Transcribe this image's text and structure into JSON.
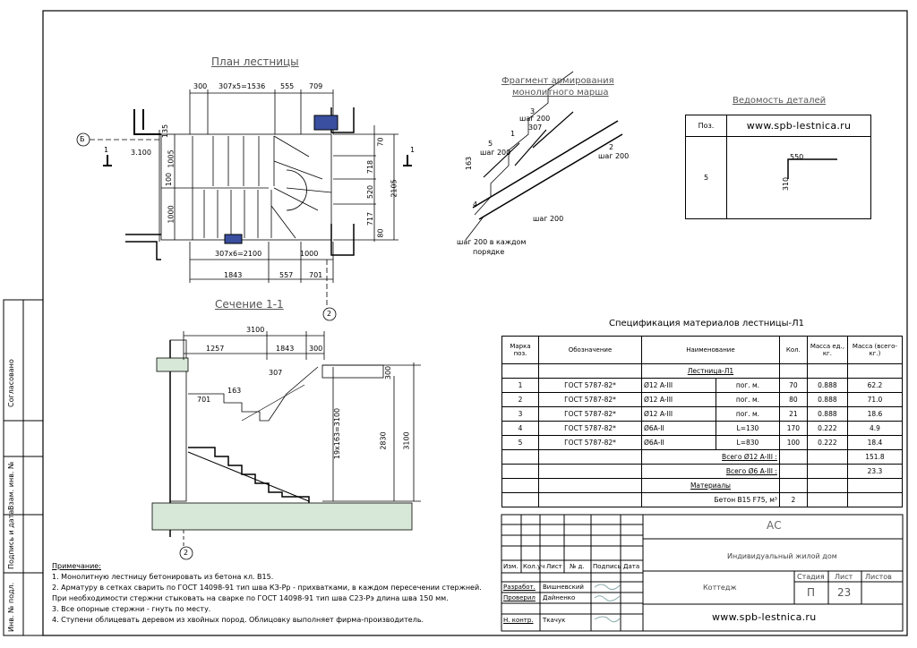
{
  "plan": {
    "title": "План лестницы",
    "top_dims": [
      "300",
      "307х5=1536",
      "555",
      "709"
    ],
    "bottom_dims_1": [
      "307х6=2100",
      "1000"
    ],
    "bottom_dims_2": [
      "1843",
      "557",
      "701"
    ],
    "left_dims": [
      "100",
      "1005",
      "1000",
      "135"
    ],
    "right_dims": [
      "70",
      "718",
      "520",
      "717",
      "80"
    ],
    "overall_right": "2105",
    "level": "3.100",
    "axis_b": "Б",
    "section_mark": "1",
    "axis_2": "2"
  },
  "section": {
    "title": "Сечение 1-1",
    "top_dim": "3100",
    "dims": [
      "1257",
      "1843",
      "300"
    ],
    "step_dim": "307",
    "left_dims": [
      "701",
      "163"
    ],
    "rise": "19х163=3100",
    "height_1": "2830",
    "height_2": "3100",
    "slab": "300",
    "axis_2": "2"
  },
  "fragment": {
    "title_1": "Фрагмент армирования",
    "title_2": "монолитного марша",
    "labels": [
      "3",
      "шаг 200",
      "307",
      "1",
      "5",
      "шаг 200",
      "2",
      "шаг 200",
      "163",
      "4",
      "шаг 200 в каждом",
      "порядке",
      "шаг 200"
    ]
  },
  "vedomost": {
    "title": "Ведомость деталей",
    "header_pos": "Поз.",
    "url": "www.spb-lestnica.ru",
    "pos": "5",
    "dim_h": "550",
    "dim_v": "310"
  },
  "spec": {
    "title": "Спецификация материалов лестницы-Л1",
    "headers": [
      "Марка поз.",
      "Обозначение",
      "Наименование",
      "Кол.",
      "Масса ед., кг.",
      "Масса (всего-кг.)"
    ],
    "group": "Лестница-Л1",
    "rows": [
      [
        "1",
        "ГОСТ 5787-82*",
        "Ø12 A-III",
        "пог. м.",
        "70",
        "0.888",
        "62.2"
      ],
      [
        "2",
        "ГОСТ 5787-82*",
        "Ø12 A-III",
        "пог. м.",
        "80",
        "0.888",
        "71.0"
      ],
      [
        "3",
        "ГОСТ 5787-82*",
        "Ø12 A-III",
        "пог. м.",
        "21",
        "0.888",
        "18.6"
      ],
      [
        "4",
        "ГОСТ 5787-82*",
        "Ø6A-II",
        "L=130",
        "170",
        "0.222",
        "4.9"
      ],
      [
        "5",
        "ГОСТ 5787-82*",
        "Ø6A-II",
        "L=830",
        "100",
        "0.222",
        "18.4"
      ]
    ],
    "total_12": "Всего Ø12 A-III :",
    "total_12_val": "151.8",
    "total_6": "Всего Ø6 A-III :",
    "total_6_val": "23.3",
    "materials": "Материалы",
    "concrete": "Бетон В15  F75,  м³",
    "concrete_qty": "2"
  },
  "notes": {
    "title": "Примечание:",
    "lines": [
      "1. Монолитную лестницу бетонировать из бетона кл. В15.",
      "2. Арматуру в сетках сварить по ГОСТ 14098-91 тип шва КЗ-Рр - прихватками, в каждом пересечении стержней.",
      "При необходимости стержни стыковать на сварке по ГОСТ 14098-91 тип шва С23-Рэ длина шва 150 мм.",
      "3. Все опорные стержни - гнуть по месту.",
      "4. Ступени облицевать деревом из хвойных пород. Облицовку выполняет фирма-производитель."
    ]
  },
  "stamp": {
    "code": "АС",
    "object": "Индивидуальный жилой дом",
    "building": "Коттедж",
    "cols": [
      "Изм.",
      "Кол.уч",
      "Лист",
      "№ д.",
      "Подпись",
      "Дата"
    ],
    "roles": [
      "Разработ.",
      "Проверил",
      "",
      "Н. контр."
    ],
    "names": [
      "Вишневский",
      "Дайненко",
      "",
      "Ткачук"
    ],
    "stage_h": "Стадия",
    "sheet_h": "Лист",
    "sheets_h": "Листов",
    "stage": "П",
    "sheet": "23",
    "url": "www.spb-lestnica.ru"
  },
  "side": {
    "labels": [
      "Согласовано",
      "Взам. инв. №",
      "Подпись и дата",
      "Инв. № подл."
    ]
  }
}
